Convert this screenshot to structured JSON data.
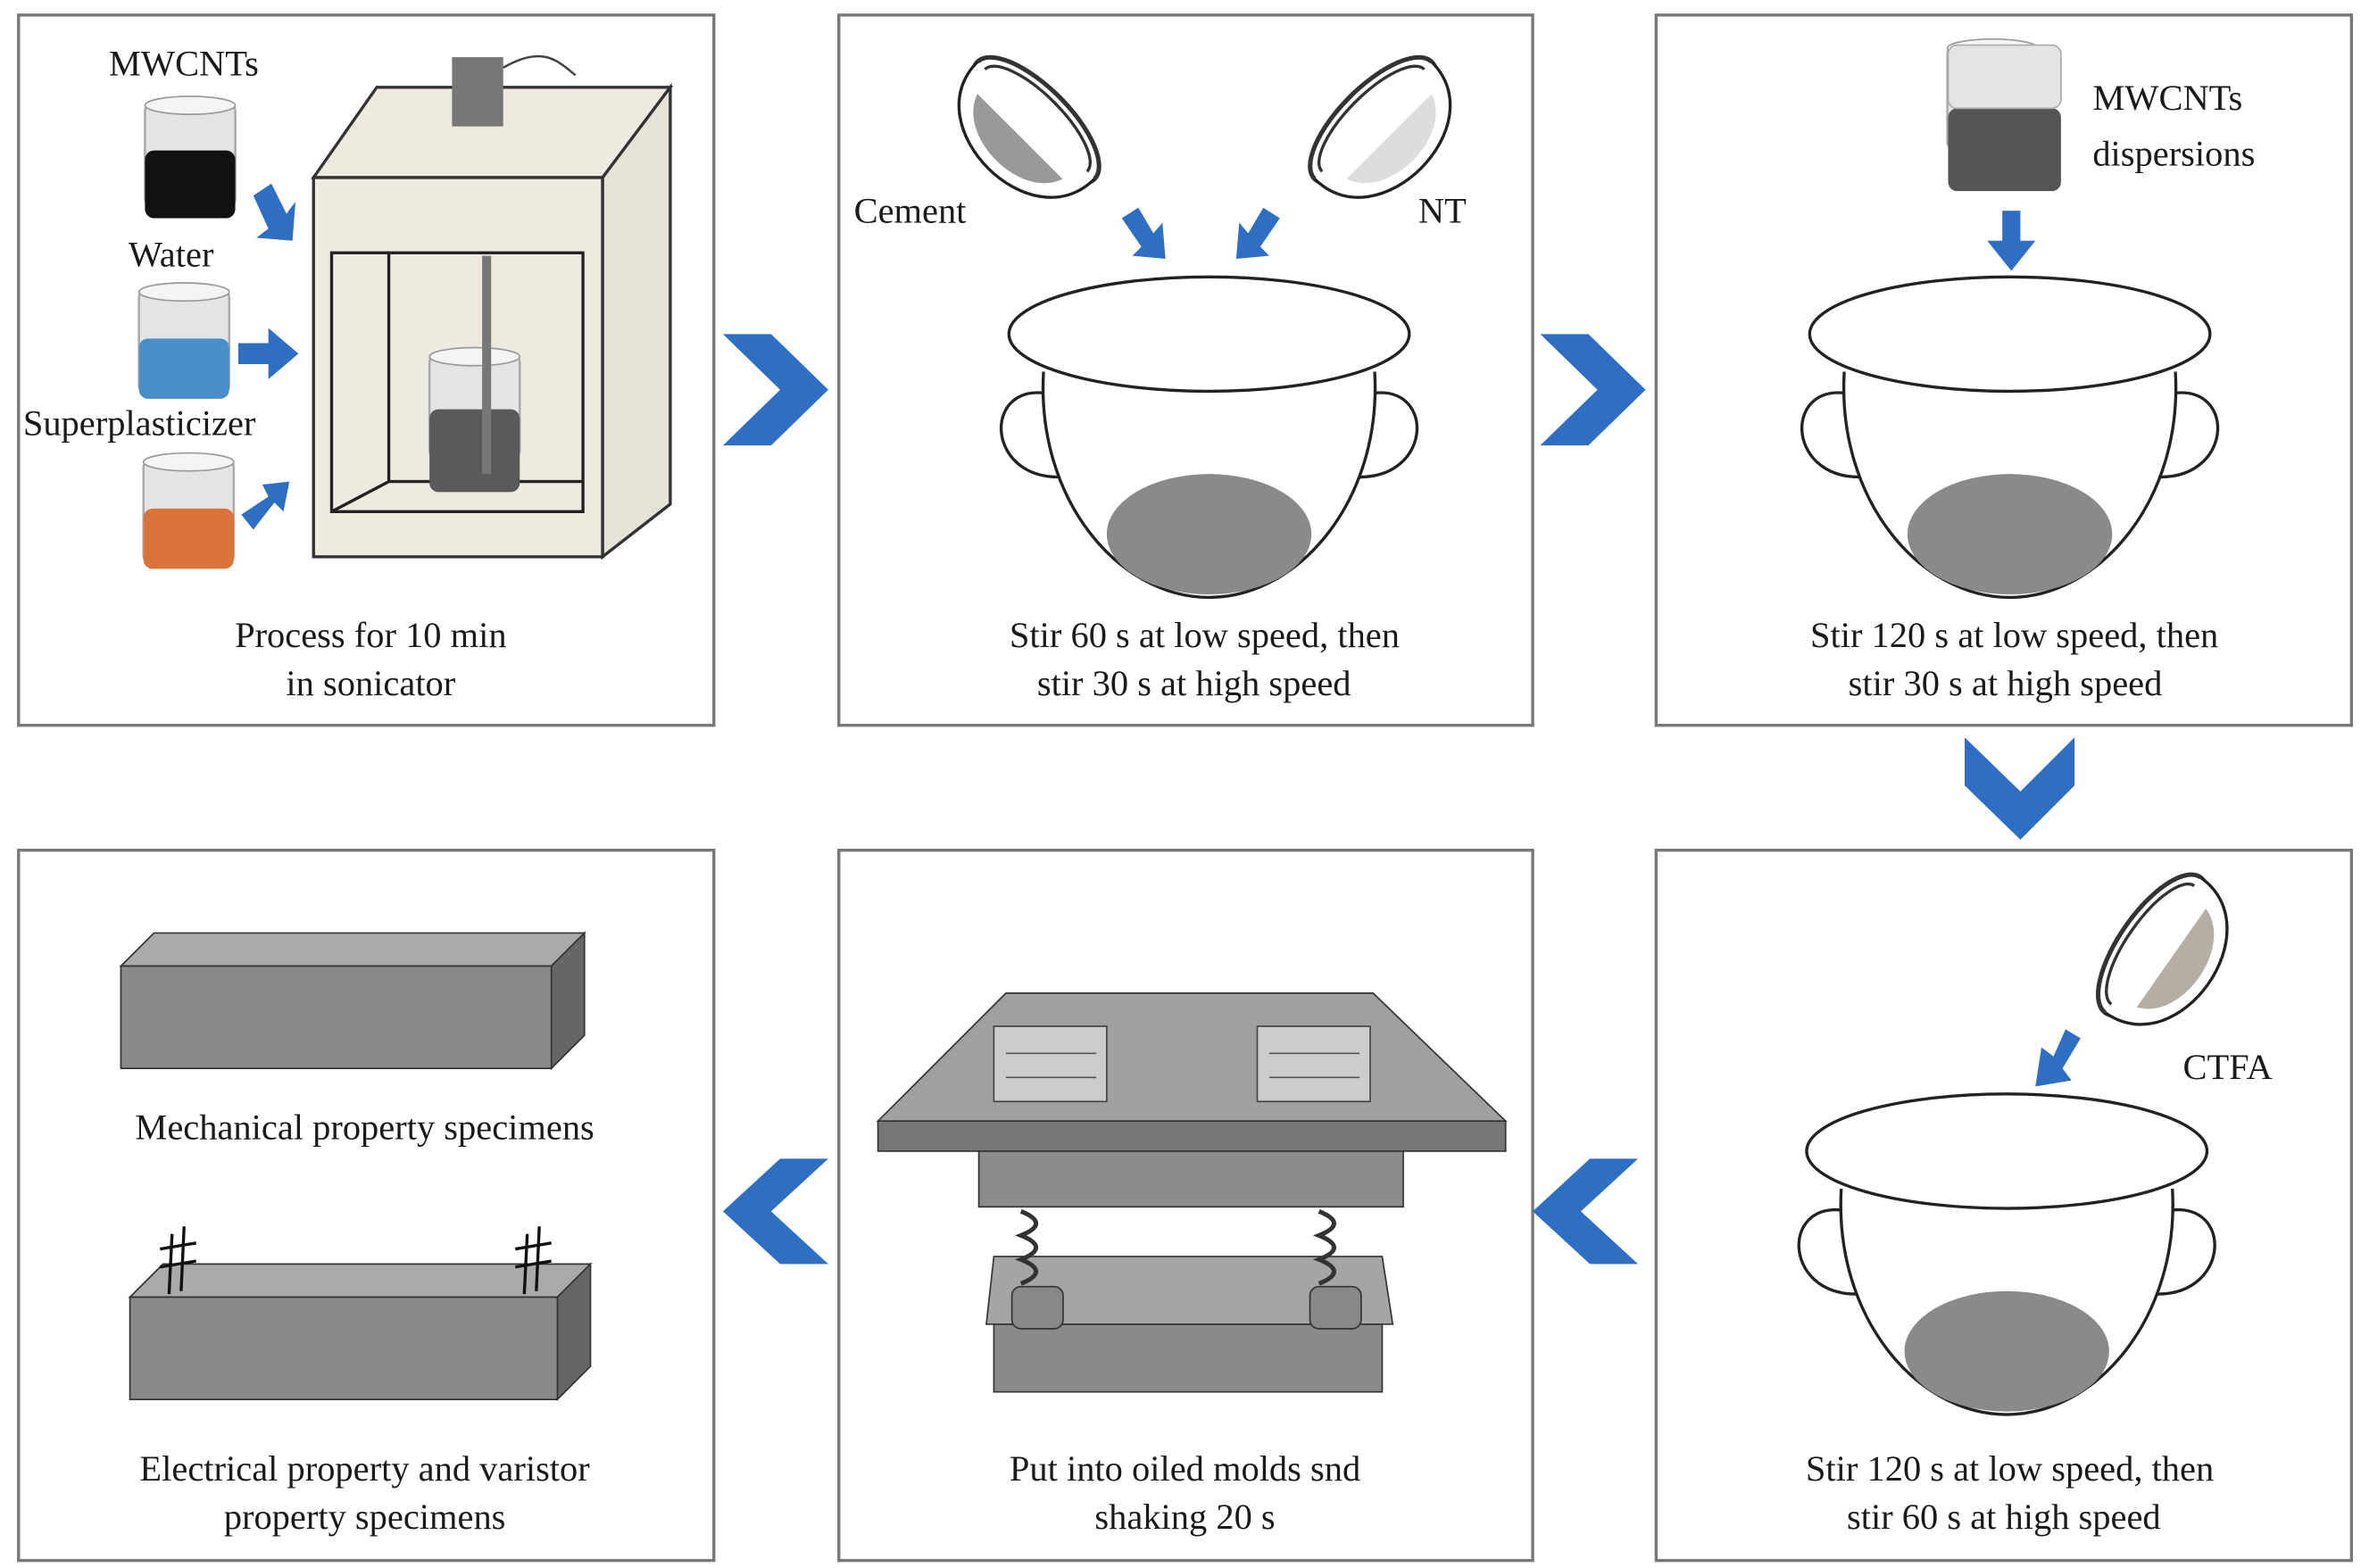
{
  "title": "MWCNTs/NT/CTFA cement composite preparation process",
  "colors": {
    "arrow": "#2e6fc4",
    "panel_border": "#777777",
    "fill_grey": "#8a8a8a",
    "water": "#4a90c8",
    "superplasticizer": "#d9733a",
    "mwcnts": "#111111"
  },
  "steps": [
    {
      "labels": [
        "MWCNTs",
        "Water",
        "Superplasticizer"
      ],
      "caption": [
        "Process for 10 min",
        "in sonicator"
      ]
    },
    {
      "labels": [
        "Cement",
        "NT"
      ],
      "caption": [
        "Stir 60 s at low speed, then",
        "stir 30 s at high speed"
      ]
    },
    {
      "labels": [
        "MWCNTs",
        "dispersions"
      ],
      "caption": [
        "Stir 120 s at low speed, then",
        "stir 30 s at high speed"
      ]
    },
    {
      "labels": [
        "CTFA"
      ],
      "caption": [
        "Stir 120 s at low speed, then",
        "stir 60 s at high speed"
      ]
    },
    {
      "labels": [],
      "caption": [
        "Put into oiled molds snd",
        "shaking 20 s"
      ]
    },
    {
      "labels": [
        "Mechanical property specimens"
      ],
      "caption": [
        "Electrical property and varistor",
        "property specimens"
      ]
    }
  ]
}
